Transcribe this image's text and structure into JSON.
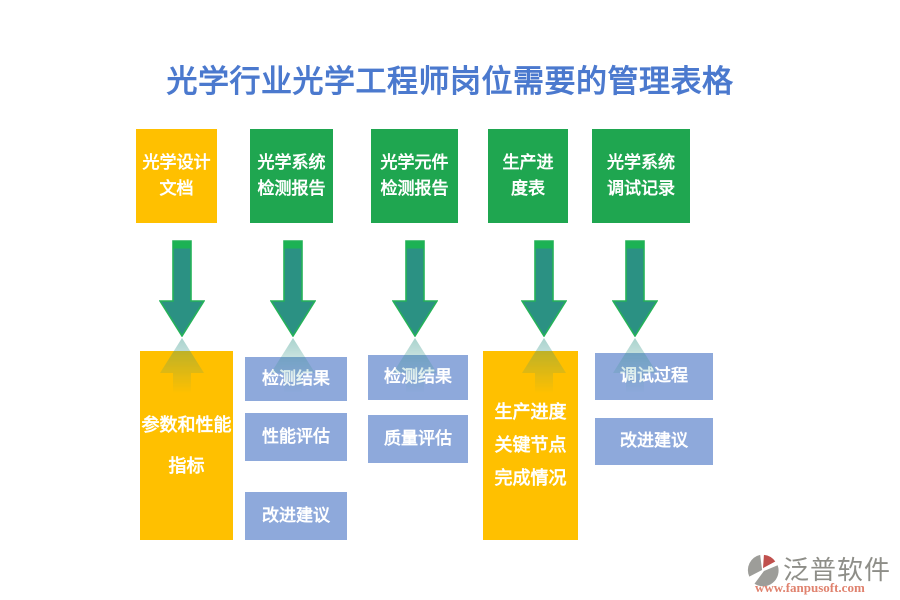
{
  "title": "光学行业光学工程师岗位需要的管理表格",
  "colors": {
    "title_blue": "#4B79CE",
    "source_yellow": "#FFC000",
    "source_green": "#1FA650",
    "output_blue": "#8EA9DB",
    "arrow_teal": "#2B9183",
    "arrow_green": "#1CB254",
    "brand_gray": "#8E8E88",
    "brand_salmon": "#E0826E"
  },
  "columns": [
    {
      "source": "光学设计\n文档",
      "outputs": [
        "参数和性能\n指标"
      ]
    },
    {
      "source": "光学系统\n检测报告",
      "outputs": [
        "检测结果",
        "性能评估",
        "改进建议"
      ]
    },
    {
      "source": "光学元件\n检测报告",
      "outputs": [
        "检测结果",
        "质量评估"
      ]
    },
    {
      "source": "生产进\n度表",
      "outputs": [
        "生产进度\n关键节点\n完成情况"
      ]
    },
    {
      "source": "光学系统\n调试记录",
      "outputs": [
        "调试过程",
        "改进建议"
      ]
    }
  ],
  "watermark": {
    "brand": "泛普软件",
    "url": "www.fanpusoft.com"
  }
}
